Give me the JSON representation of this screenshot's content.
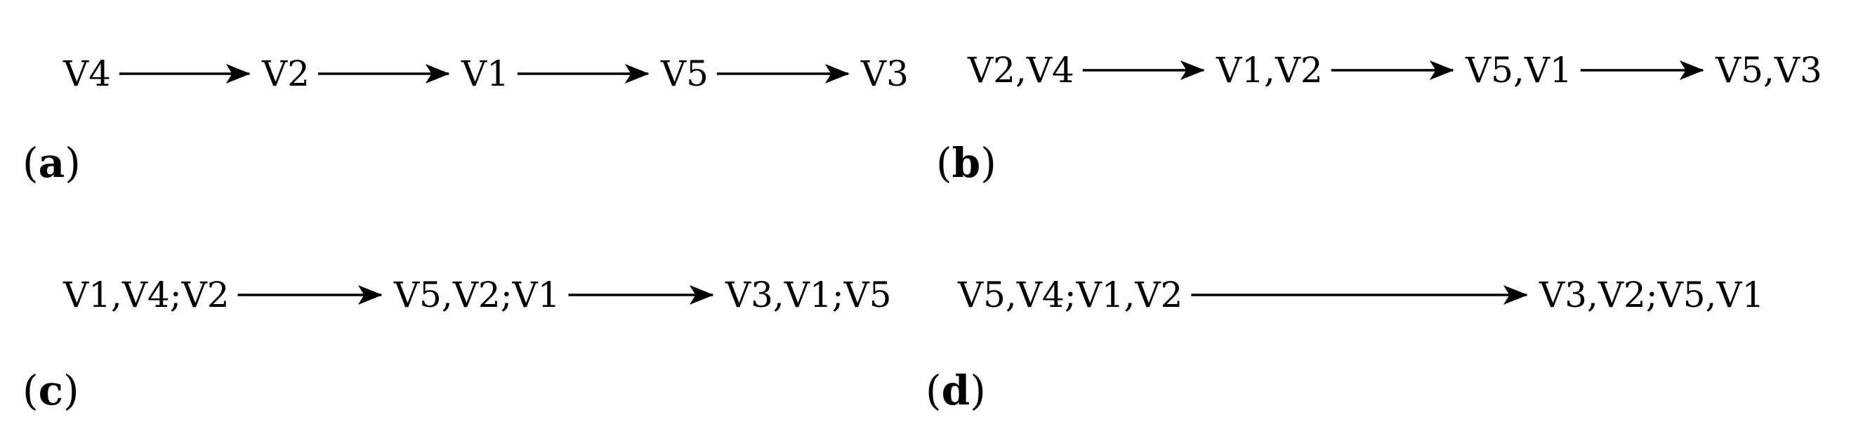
{
  "panels": [
    {
      "label": "a",
      "nodes": [
        "V4",
        "V2",
        "V1",
        "V5",
        "V3"
      ],
      "edges": [
        [
          0,
          1
        ],
        [
          1,
          2
        ],
        [
          2,
          3
        ],
        [
          3,
          4
        ]
      ]
    },
    {
      "label": "b",
      "nodes": [
        "V2,V4",
        "V1,V2",
        "V5,V1",
        "V5,V3"
      ],
      "edges": [
        [
          0,
          1
        ],
        [
          1,
          2
        ],
        [
          2,
          3
        ]
      ]
    },
    {
      "label": "c",
      "nodes": [
        "V1,V4;V2",
        "V5,V2;V1",
        "V3,V1;V5"
      ],
      "edges": [
        [
          0,
          1
        ],
        [
          1,
          2
        ]
      ]
    },
    {
      "label": "d",
      "nodes": [
        "V5,V4;V1,V2",
        "V3,V2;V5,V1"
      ],
      "edges": [
        [
          0,
          1
        ]
      ]
    }
  ],
  "colors": {
    "ink": "#000000",
    "background": "#ffffff"
  }
}
